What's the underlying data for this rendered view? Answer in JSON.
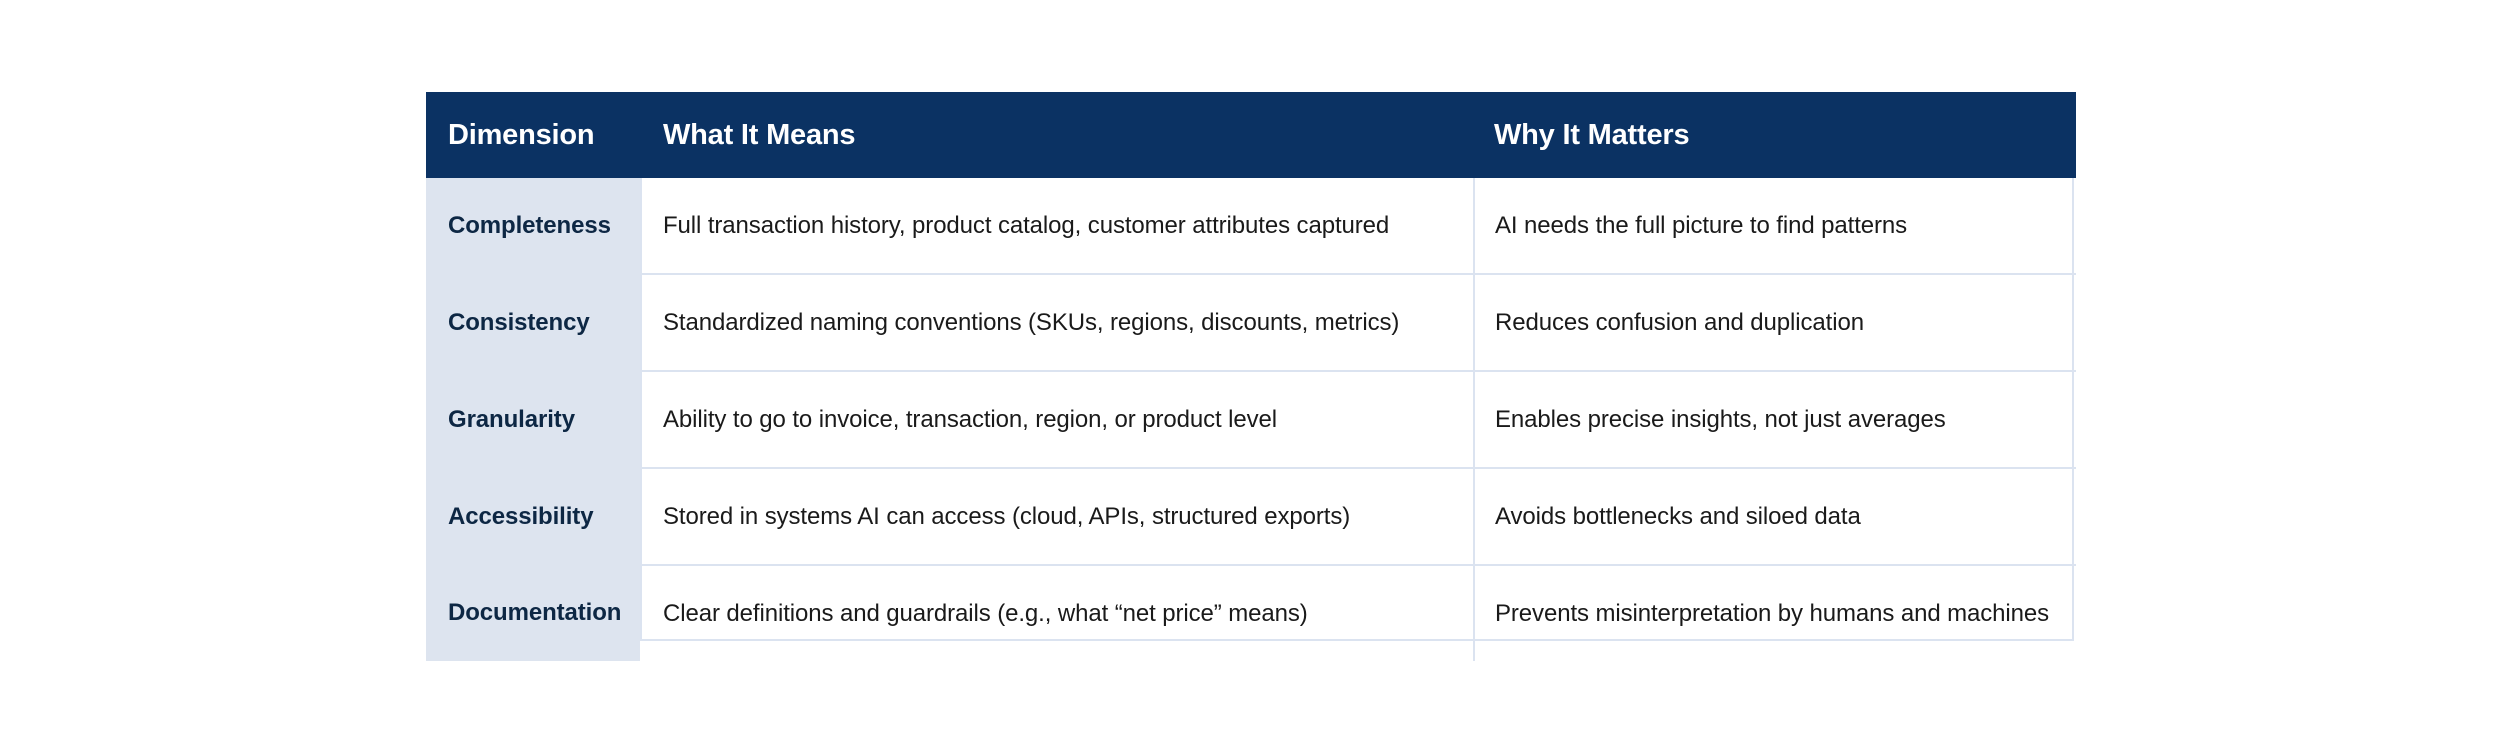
{
  "table": {
    "columns": [
      {
        "key": "dimension",
        "label": "Dimension"
      },
      {
        "key": "what_it_means",
        "label": "What It Means"
      },
      {
        "key": "why_it_matters",
        "label": "Why It Matters"
      }
    ],
    "header_background": "#0b3263",
    "header_text_color": "#ffffff",
    "first_column_background": "#dde4ef",
    "first_column_text_color": "#0d2744",
    "divider_color": "#dbe3f0",
    "body_text_color": "#1a1a1a",
    "rows": [
      {
        "dimension": "Completeness",
        "what_it_means": "Full transaction history, product catalog, customer attributes captured",
        "why_it_matters": "AI needs the full picture to find patterns"
      },
      {
        "dimension": "Consistency",
        "what_it_means": "Standardized naming conventions (SKUs, regions, discounts, metrics)",
        "why_it_matters": "Reduces confusion and duplication"
      },
      {
        "dimension": "Granularity",
        "what_it_means": "Ability to go to invoice, transaction, region, or product level",
        "why_it_matters": "Enables precise insights, not just averages"
      },
      {
        "dimension": "Accessibility",
        "what_it_means": "Stored in systems AI can access (cloud, APIs, structured exports)",
        "why_it_matters": "Avoids bottlenecks and siloed data"
      },
      {
        "dimension": "Documentation",
        "what_it_means": "Clear definitions and guardrails (e.g., what “net price” means)",
        "why_it_matters": "Prevents misinterpretation by humans and machines"
      }
    ]
  }
}
